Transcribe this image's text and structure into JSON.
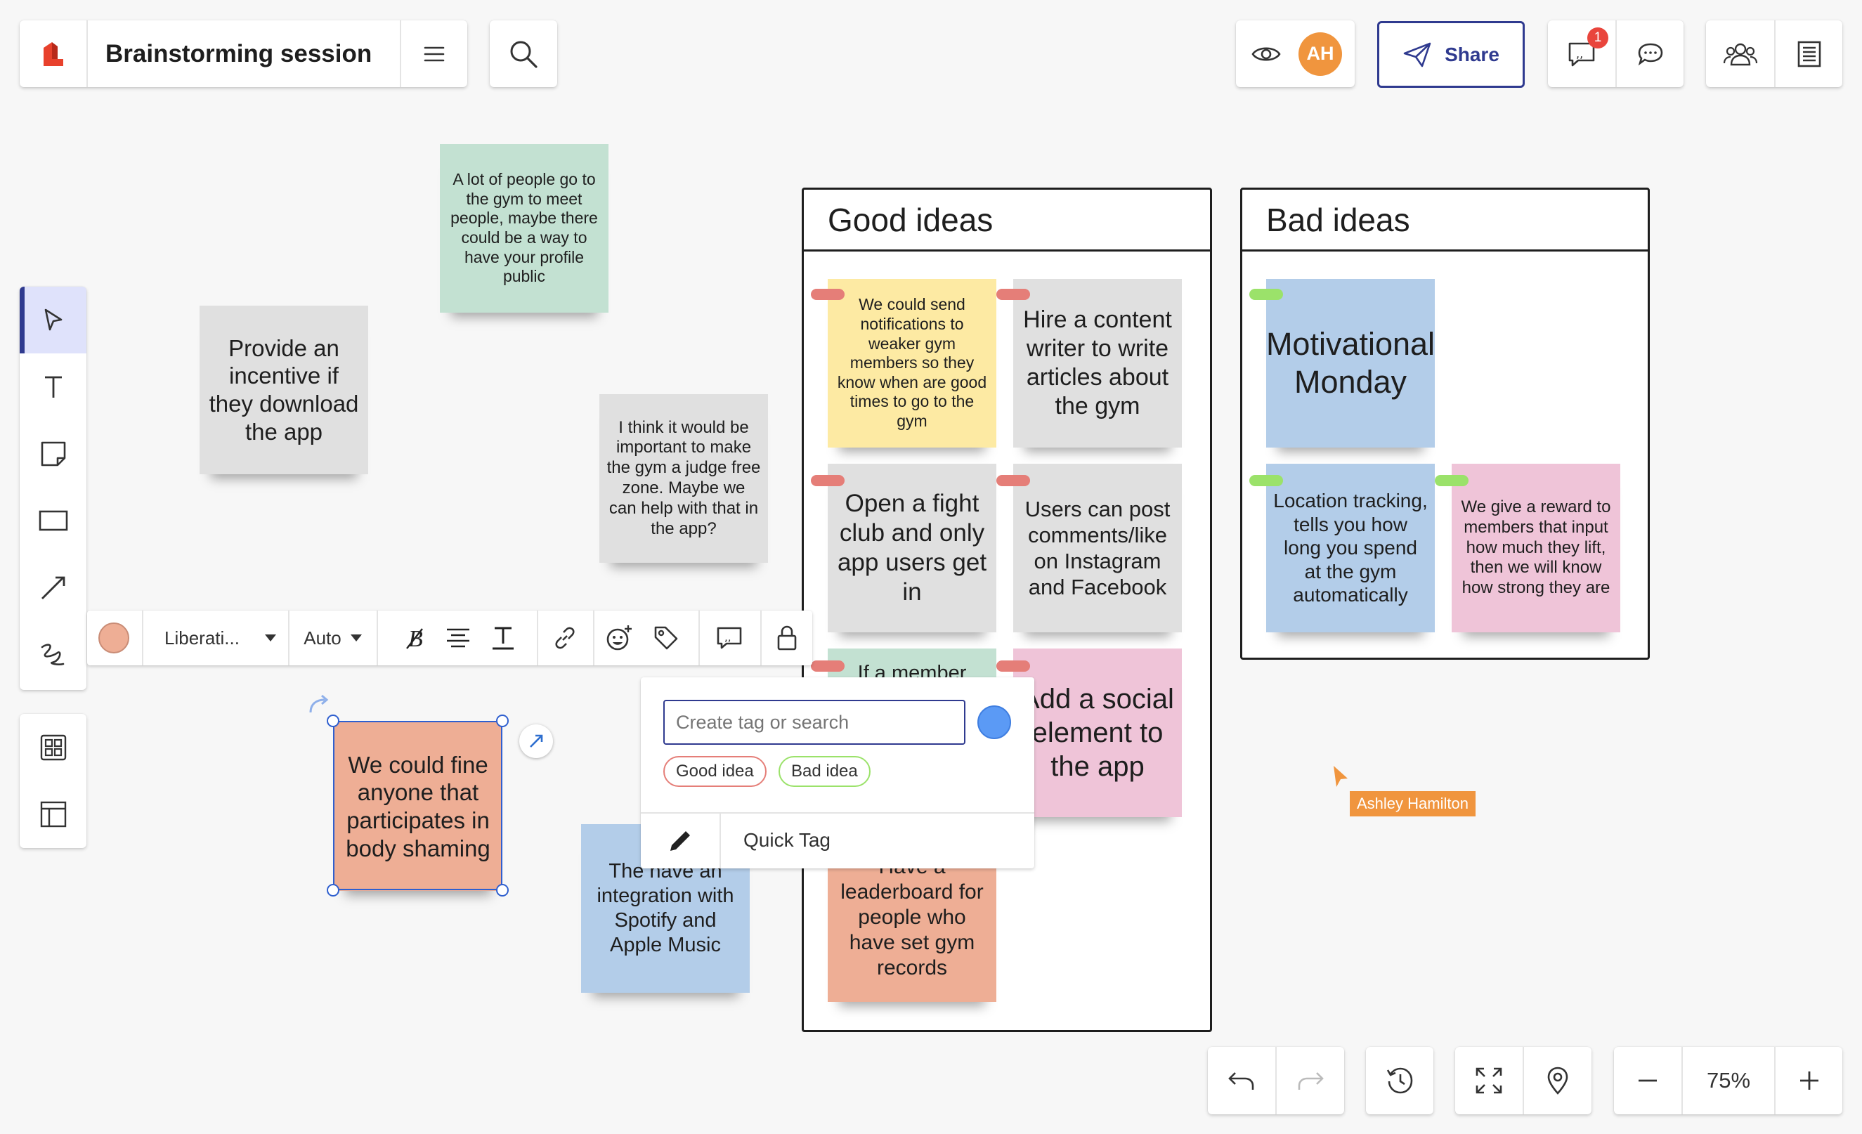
{
  "header": {
    "title": "Brainstorming session",
    "avatar_initials": "AH",
    "share_label": "Share",
    "notification_count": "1"
  },
  "selection_toolbar": {
    "font": "Liberati...",
    "size": "Auto"
  },
  "tag_popup": {
    "search_placeholder": "Create tag or search",
    "tags": [
      "Good idea",
      "Bad idea"
    ],
    "quick_tag_label": "Quick Tag"
  },
  "containers": {
    "good": "Good ideas",
    "bad": "Bad ideas"
  },
  "notes": {
    "gym_meet": "A lot of people go to the gym to meet people, maybe there could be a way to have your profile public",
    "incentive": "Provide an incentive if they download the app",
    "judge_free": "I think it would be important to make the gym a judge free zone. Maybe we can help with that in the app?",
    "notifications": "We could send notifications to weaker gym members so they know when are good times to go to the gym",
    "content_writer": "Hire a content writer to write articles about the gym",
    "fight_club": "Open a fight club and only app users get in",
    "instagram": "Users can post comments/like on Instagram and Facebook",
    "member_partial": "If a member",
    "social": "Add a social element to the app",
    "leaderboard": "leaderboard for people who have set gym records",
    "leaderboard_partial": "Have a",
    "spotify_partial": "The",
    "spotify": "have an integration with Spotify and Apple Music",
    "fine": "We could fine anyone that participates in body shaming",
    "motivational": "Motivational Monday",
    "location": "Location tracking, tells you how long you spend at the gym automatically",
    "reward": "We give a reward to members that input how much they lift, then we will know how strong they are"
  },
  "cursor": {
    "user": "Ashley Hamilton"
  },
  "zoom": {
    "level": "75%"
  },
  "colors": {
    "accent": "#2f3a8f",
    "avatar": "#f0953e",
    "badge": "#e9453c",
    "cursor": "#f0953e",
    "tag_good": "#e57e78",
    "tag_bad": "#9be26a"
  }
}
